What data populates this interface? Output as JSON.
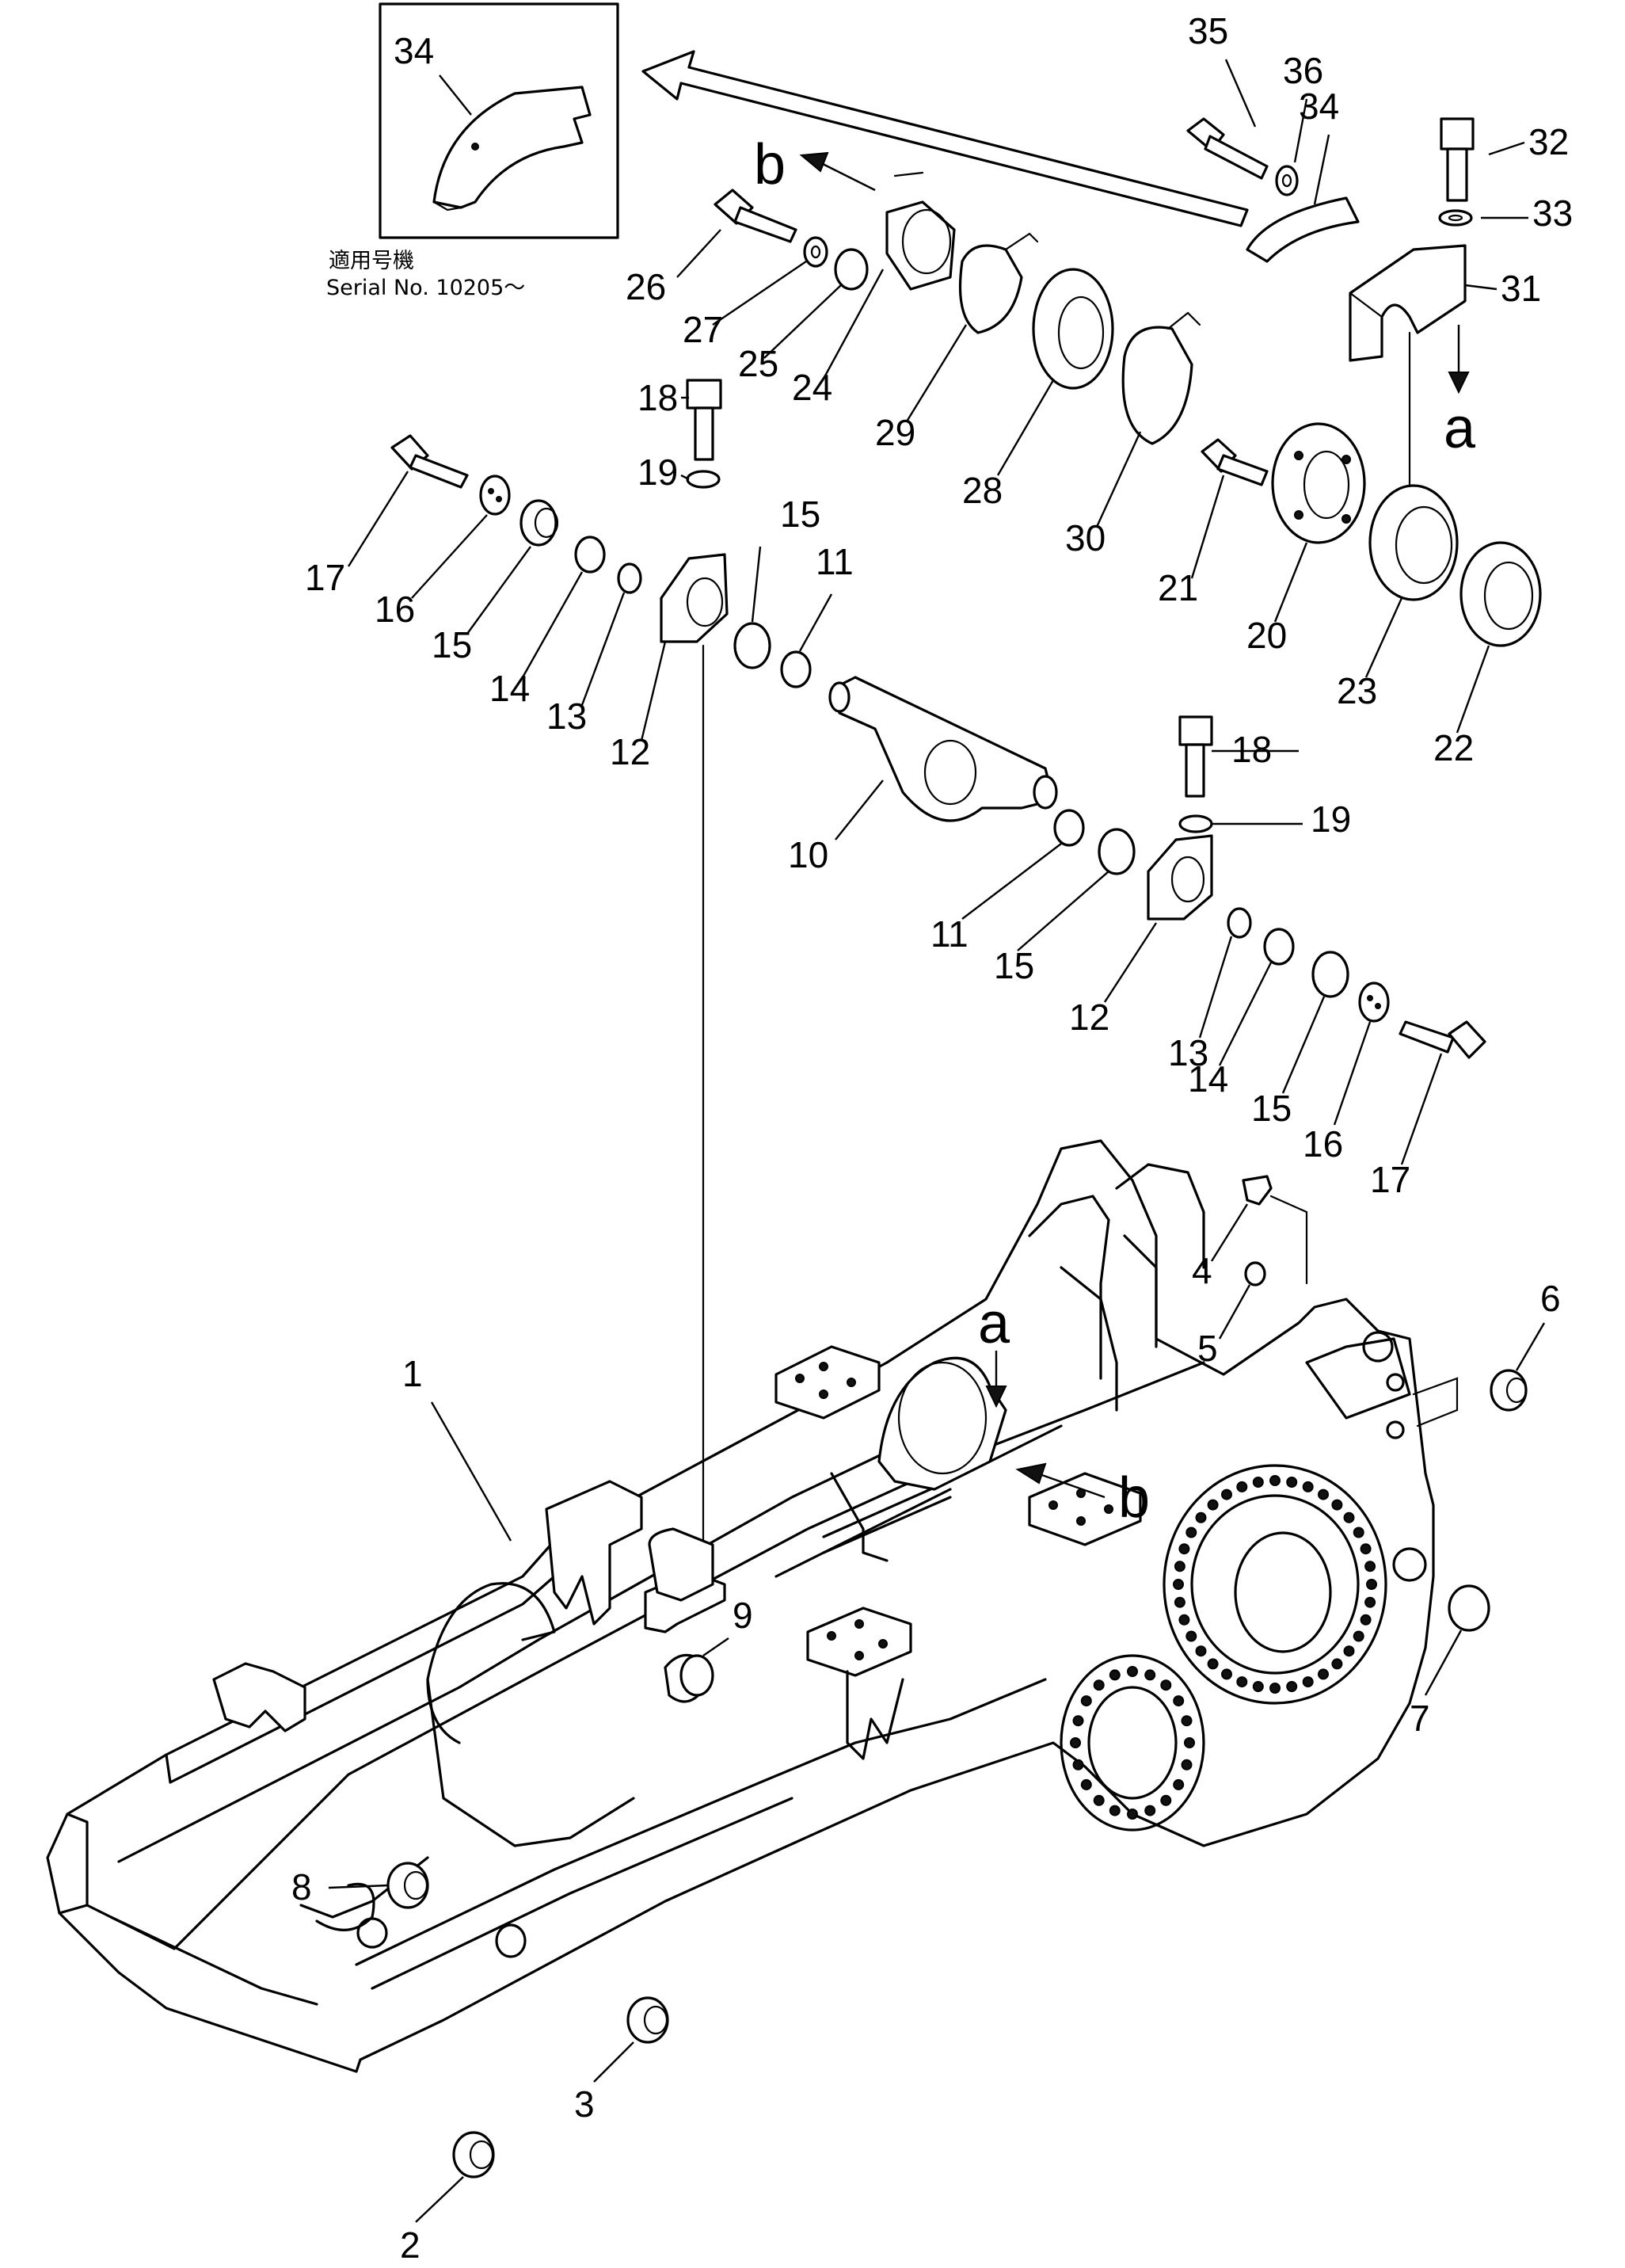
{
  "inset": {
    "callout": "34",
    "note_jp": "適用号機",
    "note_serial": "Serial No. 10205～"
  },
  "view_letters": {
    "a": "a",
    "b": "b"
  },
  "callouts": [
    {
      "id": "c1",
      "text": "1"
    },
    {
      "id": "c2",
      "text": "2"
    },
    {
      "id": "c3",
      "text": "3"
    },
    {
      "id": "c4",
      "text": "4"
    },
    {
      "id": "c5",
      "text": "5"
    },
    {
      "id": "c6",
      "text": "6"
    },
    {
      "id": "c7",
      "text": "7"
    },
    {
      "id": "c8",
      "text": "8"
    },
    {
      "id": "c9",
      "text": "9"
    },
    {
      "id": "c10",
      "text": "10"
    },
    {
      "id": "c11a",
      "text": "11"
    },
    {
      "id": "c11b",
      "text": "11"
    },
    {
      "id": "c12a",
      "text": "12"
    },
    {
      "id": "c12b",
      "text": "12"
    },
    {
      "id": "c13a",
      "text": "13"
    },
    {
      "id": "c13b",
      "text": "13"
    },
    {
      "id": "c14a",
      "text": "14"
    },
    {
      "id": "c14b",
      "text": "14"
    },
    {
      "id": "c15a",
      "text": "15"
    },
    {
      "id": "c15b",
      "text": "15"
    },
    {
      "id": "c15c",
      "text": "15"
    },
    {
      "id": "c15d",
      "text": "15"
    },
    {
      "id": "c16a",
      "text": "16"
    },
    {
      "id": "c16b",
      "text": "16"
    },
    {
      "id": "c17a",
      "text": "17"
    },
    {
      "id": "c17b",
      "text": "17"
    },
    {
      "id": "c18a",
      "text": "18"
    },
    {
      "id": "c18b",
      "text": "18"
    },
    {
      "id": "c19a",
      "text": "19"
    },
    {
      "id": "c19b",
      "text": "19"
    },
    {
      "id": "c20",
      "text": "20"
    },
    {
      "id": "c21",
      "text": "21"
    },
    {
      "id": "c22",
      "text": "22"
    },
    {
      "id": "c23",
      "text": "23"
    },
    {
      "id": "c24",
      "text": "24"
    },
    {
      "id": "c25",
      "text": "25"
    },
    {
      "id": "c26",
      "text": "26"
    },
    {
      "id": "c27",
      "text": "27"
    },
    {
      "id": "c28",
      "text": "28"
    },
    {
      "id": "c29",
      "text": "29"
    },
    {
      "id": "c30",
      "text": "30"
    },
    {
      "id": "c31",
      "text": "31"
    },
    {
      "id": "c32",
      "text": "32"
    },
    {
      "id": "c33",
      "text": "33"
    },
    {
      "id": "c34",
      "text": "34"
    },
    {
      "id": "c35",
      "text": "35"
    },
    {
      "id": "c36",
      "text": "36"
    }
  ]
}
